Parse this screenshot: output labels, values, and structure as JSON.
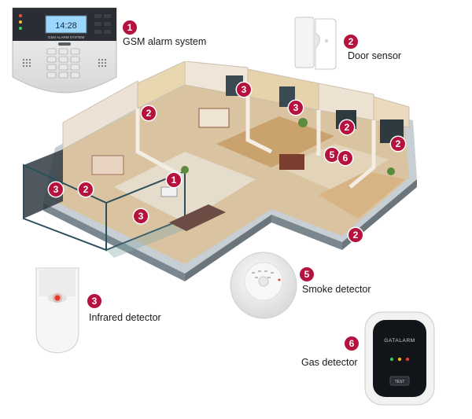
{
  "legend": [
    {
      "number": "1",
      "label": "GSM alarm system"
    },
    {
      "number": "2",
      "label": "Door sensor"
    },
    {
      "number": "3",
      "label": "Infrared detector"
    },
    {
      "number": "5",
      "label": "Smoke detector"
    },
    {
      "number": "6",
      "label": "Gas detector"
    }
  ],
  "panel": {
    "lcd": "14:28",
    "brand": "GSM ALARM SYSTEM"
  },
  "gas_detector": {
    "brand": "GATALARM",
    "button": "TEST"
  },
  "map_badges": [
    "1",
    "2",
    "2",
    "2",
    "2",
    "2",
    "2",
    "3",
    "3",
    "3",
    "3",
    "3",
    "5",
    "6"
  ],
  "colors": {
    "badge": "#b5123e",
    "floor": "#d9c3a0",
    "wall": "#ece3d6",
    "glass": "#3a4a52"
  },
  "icons": [
    "alarm-panel-icon",
    "door-sensor-icon",
    "pir-sensor-icon",
    "smoke-detector-icon",
    "gas-detector-icon",
    "house-floorplan-icon"
  ]
}
